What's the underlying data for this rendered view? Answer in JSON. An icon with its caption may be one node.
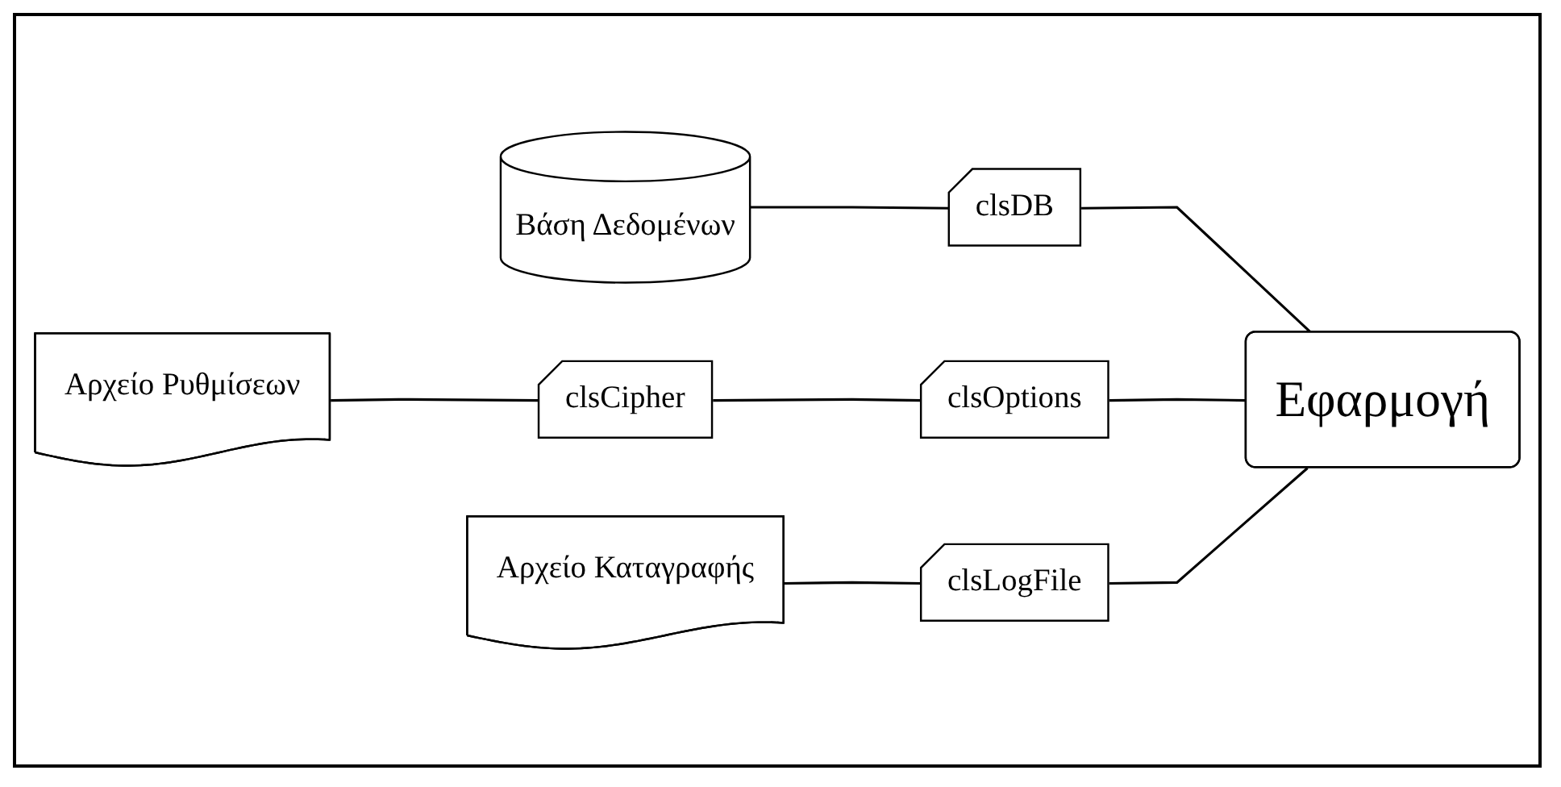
{
  "diagram": {
    "nodes": [
      {
        "text": [
          "Βάση Δεδομένων"
        ]
      },
      {
        "text": [
          "clsDB"
        ]
      },
      {
        "text": [
          "Αρχείο Ρυθμίσεων"
        ]
      },
      {
        "text": [
          "clsCipher"
        ]
      },
      {
        "text": [
          "clsOptions"
        ]
      },
      {
        "text": [
          "Εφαρμογή"
        ]
      },
      {
        "text": [
          "Αρχείο Καταγραφής"
        ]
      },
      {
        "text": [
          "clsLogFile"
        ]
      }
    ],
    "edges": [
      {
        "from": 0,
        "to": 1,
        "arrow": "none"
      },
      {
        "from": 1,
        "to": 5,
        "arrow": "none"
      },
      {
        "from": 2,
        "to": 3,
        "arrow": "none"
      },
      {
        "from": 3,
        "to": 4,
        "arrow": "none"
      },
      {
        "from": 4,
        "to": 5,
        "arrow": "none"
      },
      {
        "from": 6,
        "to": 7,
        "arrow": "none"
      },
      {
        "from": 7,
        "to": 5,
        "arrow": "none"
      }
    ]
  }
}
